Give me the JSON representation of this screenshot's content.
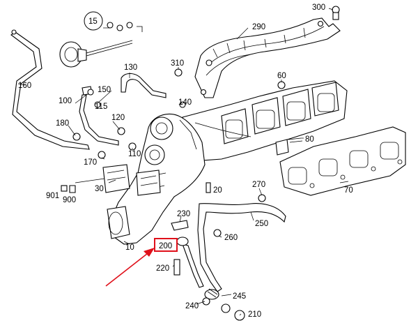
{
  "diagram": {
    "callouts": [
      "15",
      "300",
      "290",
      "310",
      "60",
      "130",
      "160",
      "150",
      "140",
      "100",
      "115",
      "120",
      "180",
      "110",
      "170",
      "80",
      "901",
      "900",
      "30",
      "20",
      "270",
      "70",
      "230",
      "250",
      "260",
      "200",
      "220",
      "245",
      "240",
      "210",
      "10"
    ],
    "highlighted_callout": "200",
    "highlight_color": "#e0101a"
  }
}
